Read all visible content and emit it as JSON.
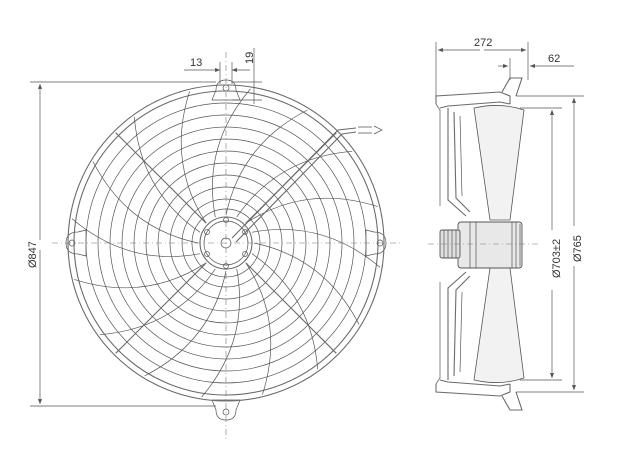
{
  "dimensions": {
    "lug_width": "13",
    "lug_offset": "19",
    "overall_diameter": "Ø847",
    "depth": "272",
    "flange_depth": "62",
    "blade_diameter": "Ø703±2",
    "ring_diameter": "Ø765"
  },
  "colors": {
    "line": "#555555",
    "blade_fill": "#f2f2f2",
    "motor_fill": "#e8e8e8"
  }
}
